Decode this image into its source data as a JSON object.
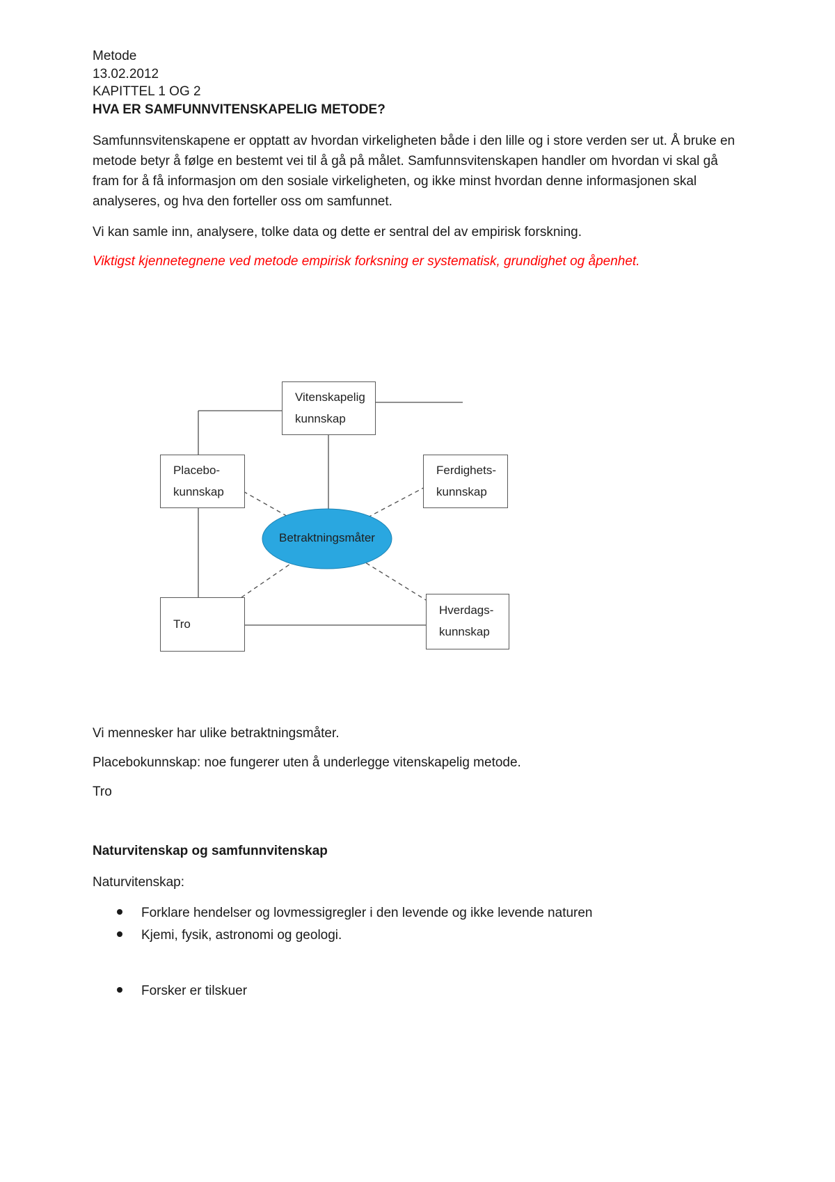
{
  "doc": {
    "meta_lines": [
      "Metode",
      "13.02.2012",
      "KAPITTEL 1 OG 2"
    ],
    "title": "HVA ER SAMFUNNVITENSKAPELIG METODE?",
    "paragraph1": "Samfunnsvitenskapene er opptatt av hvordan virkeligheten både i den lille og i store verden ser ut. Å bruke en metode betyr å følge en bestemt vei til å gå på målet. Samfunnsvitenskapen handler om hvordan vi skal gå fram for å få informasjon om den sosiale virkeligheten, og ikke minst hvordan denne informasjonen skal analyseres, og hva den forteller oss om samfunnet.",
    "paragraph2": "Vi kan samle inn, analysere, tolke data og dette er sentral del av empirisk forskning.",
    "red_note": "Viktigst kjennetegnene ved metode empirisk forksning er systematisk, grundighet og åpenhet.",
    "diagram": {
      "center_label": "Betraktningsmåter",
      "box_top": "Vitenskapelig\nkunnskap",
      "box_left": "Placebo-\nkunnskap",
      "box_right": "Ferdighets-\nkunnskap",
      "box_bottom_left": "Tro",
      "box_bottom_right": "Hverdags-\nkunnskap",
      "ellipse_fill": "#2aa7e0"
    },
    "after1": "Vi mennesker har ulike betraktningsmåter.",
    "after2": "Placebokunnskap: noe fungerer uten å underlegge vitenskapelig metode.",
    "after3": "Tro",
    "section_heading": "Naturvitenskap og samfunnvitenskap",
    "section_sub": "Naturvitenskap:",
    "bullets_group1": [
      "Forklare hendelser og lovmessigregler i den levende og ikke levende naturen",
      "Kjemi, fysik, astronomi og geologi."
    ],
    "bullets_group2": [
      "Forsker er tilskuer"
    ]
  }
}
